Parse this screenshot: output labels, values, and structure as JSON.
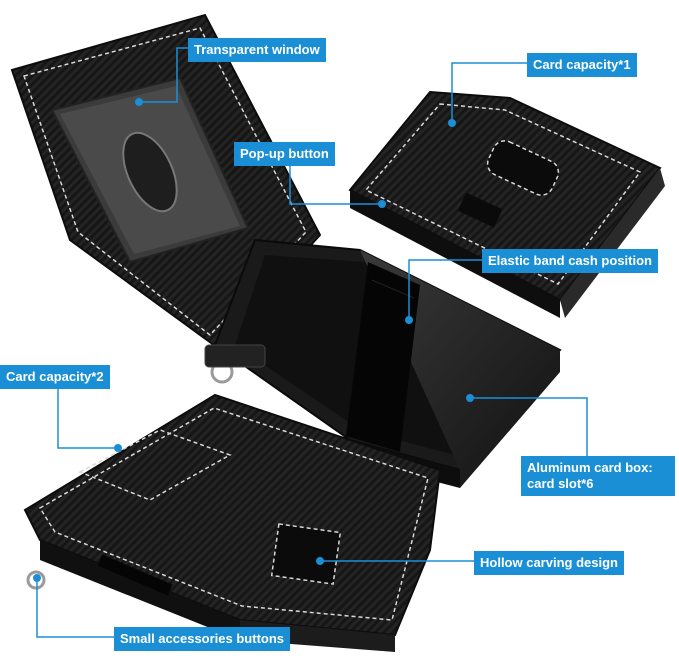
{
  "labels": {
    "transparent_window": "Transparent window",
    "card_capacity_1": "Card capacity*1",
    "popup_button": "Pop-up button",
    "elastic_band": "Elastic band cash position",
    "card_capacity_2": "Card capacity*2",
    "aluminum_box_line1": "Aluminum card box:",
    "aluminum_box_line2": "card slot*6",
    "hollow_carving": "Hollow carving design",
    "small_accessories": "Small accessories buttons"
  },
  "colors": {
    "accent": "#1a8fd6",
    "leather": "#1b1b1b",
    "stitch": "#d8d8d8"
  }
}
